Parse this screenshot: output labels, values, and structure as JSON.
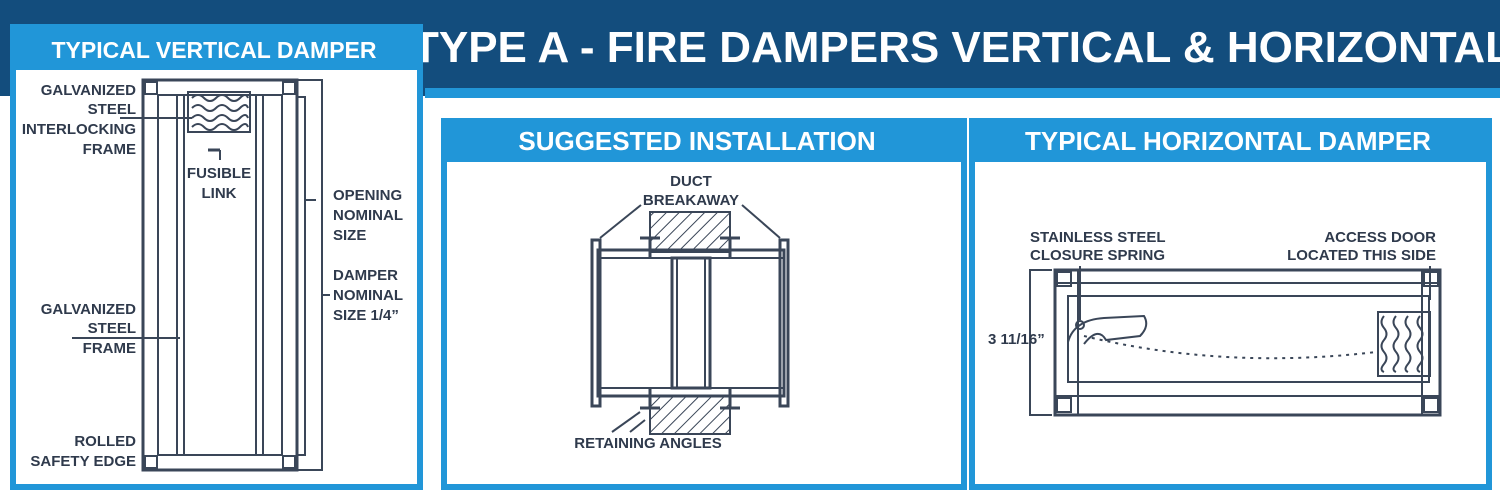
{
  "header": {
    "title": "TYPE A - FIRE DAMPERS VERTICAL & HORIZONTAL"
  },
  "panels": {
    "vertical": {
      "title": "TYPICAL VERTICAL DAMPER",
      "labels": {
        "interlock_1": "GALVANIZED",
        "interlock_2": "STEEL",
        "interlock_3": "INTERLOCKING",
        "interlock_4": "FRAME",
        "fusible_1": "FUSIBLE",
        "fusible_2": "LINK",
        "opening_1": "OPENING",
        "opening_2": "NOMINAL",
        "opening_3": "SIZE",
        "damper_1": "DAMPER",
        "damper_2": "NOMINAL",
        "damper_3": "SIZE 1/4”",
        "frame_1": "GALVANIZED",
        "frame_2": "STEEL",
        "frame_3": "FRAME",
        "rolled_1": "ROLLED",
        "rolled_2": "SAFETY EDGE"
      }
    },
    "installation": {
      "title": "SUGGESTED INSTALLATION",
      "labels": {
        "duct_1": "DUCT",
        "duct_2": "BREAKAWAY",
        "retaining": "RETAINING ANGLES"
      }
    },
    "horizontal": {
      "title": "TYPICAL HORIZONTAL DAMPER",
      "labels": {
        "spring_1": "STAINLESS STEEL",
        "spring_2": "CLOSURE SPRING",
        "access_1": "ACCESS DOOR",
        "access_2": "LOCATED THIS SIDE",
        "height": "3 11/16”"
      }
    }
  },
  "colors": {
    "navy": "#134d7d",
    "blue": "#2196d8",
    "line": "#3a4658"
  }
}
